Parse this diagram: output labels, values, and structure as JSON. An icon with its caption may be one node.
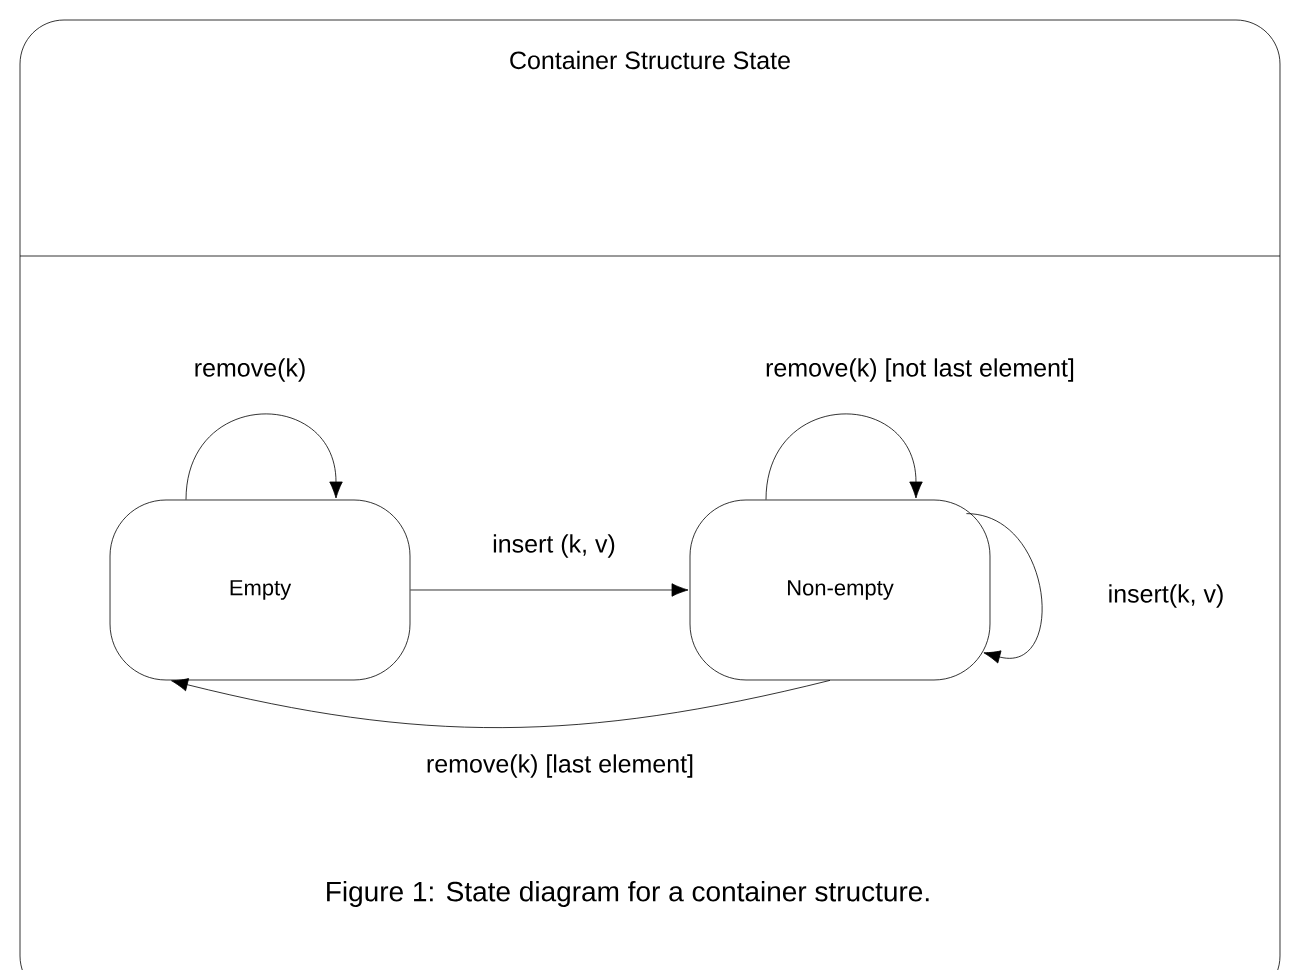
{
  "diagram": {
    "caption": "Figure 1: State diagram for a container structure.",
    "nodes": [
      {
        "text": [
          "Container Structure State"
        ]
      },
      {
        "text": [
          "Empty"
        ],
        "in": 0
      },
      {
        "text": [
          "Non-empty"
        ],
        "in": 0
      }
    ],
    "edges": [
      {
        "from": 1,
        "to": 1,
        "arrow": "to",
        "label": "remove(k)"
      },
      {
        "from": 1,
        "to": 2,
        "arrow": "to",
        "label": "insert (k, v)"
      },
      {
        "from": 2,
        "to": 2,
        "arrow": "to",
        "label": "remove(k) [not last element]"
      },
      {
        "from": 2,
        "to": 2,
        "arrow": "to",
        "label": "insert(k, v)"
      },
      {
        "from": 2,
        "to": 1,
        "arrow": "to",
        "label": "remove(k) [last element]"
      }
    ]
  }
}
